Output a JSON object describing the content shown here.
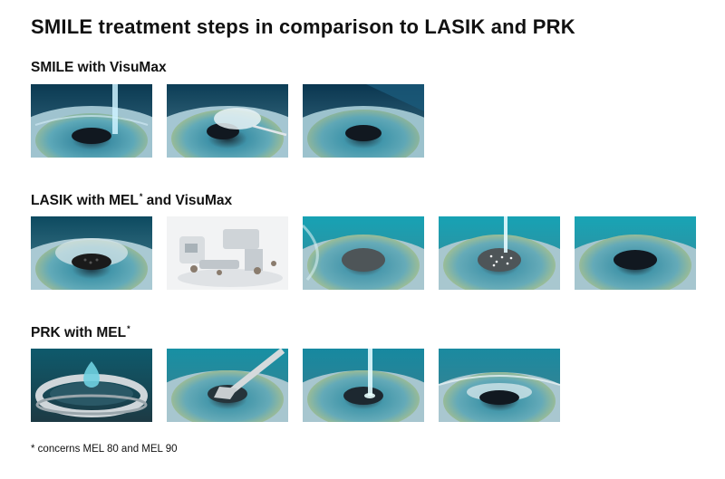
{
  "title": "SMILE treatment steps in comparison to LASIK and PRK",
  "sections": [
    {
      "label": "SMILE with VisuMax",
      "marker": "",
      "label_suffix": "",
      "images": [
        "SMILE step 1",
        "SMILE step 2",
        "SMILE step 3"
      ]
    },
    {
      "label": "LASIK with MEL",
      "marker": "*",
      "label_suffix": " and VisuMax",
      "images": [
        "LASIK step 1",
        "LASIK step 2",
        "LASIK step 3",
        "LASIK step 4",
        "LASIK step 5"
      ]
    },
    {
      "label": "PRK with MEL",
      "marker": "*",
      "label_suffix": "",
      "images": [
        "PRK step 1",
        "PRK step 2",
        "PRK step 3",
        "PRK step 4"
      ]
    }
  ],
  "footnote": "* concerns MEL 80 and MEL 90"
}
